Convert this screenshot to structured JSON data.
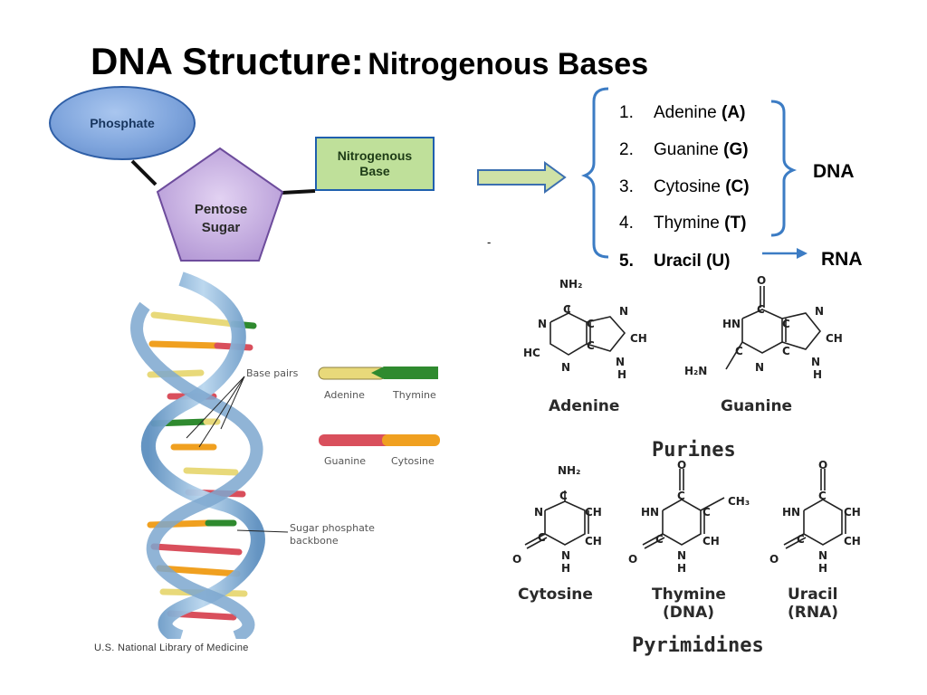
{
  "title": {
    "main": "DNA Structure:",
    "sub": "Nitrogenous Bases"
  },
  "components": {
    "phosphate": "Phosphate",
    "pentose_line1": "Pentose",
    "pentose_line2": "Sugar",
    "base_line1": "Nitrogenous",
    "base_line2": "Base"
  },
  "bases": [
    {
      "num": "1.",
      "name": "Adenine",
      "code": "(A)"
    },
    {
      "num": "2.",
      "name": "Guanine",
      "code": "(G)"
    },
    {
      "num": "3.",
      "name": "Cytosine",
      "code": "(C)"
    },
    {
      "num": "4.",
      "name": "Thymine",
      "code": "(T)"
    },
    {
      "num": "5.",
      "name": "Uracil (U)",
      "code": ""
    }
  ],
  "group_labels": {
    "dna": "DNA",
    "rna": "RNA"
  },
  "helix": {
    "base_pairs_label": "Base pairs",
    "pair1_left": "Adenine",
    "pair1_right": "Thymine",
    "pair2_left": "Guanine",
    "pair2_right": "Cytosine",
    "backbone_line1": "Sugar phosphate",
    "backbone_line2": "backbone",
    "credit": "U.S. National Library of Medicine",
    "colors": {
      "adenine": "#e8d97a",
      "thymine": "#2f8a2f",
      "guanine": "#d94f5c",
      "cytosine": "#f0a020",
      "backbone": "#8fb7d8"
    }
  },
  "structures": {
    "adenine": "Adenine",
    "guanine": "Guanine",
    "purines": "Purines",
    "cytosine": "Cytosine",
    "thymine_line1": "Thymine",
    "thymine_line2": "(DNA)",
    "uracil_line1": "Uracil",
    "uracil_line2": "(RNA)",
    "pyrimidines": "Pyrimidines"
  }
}
